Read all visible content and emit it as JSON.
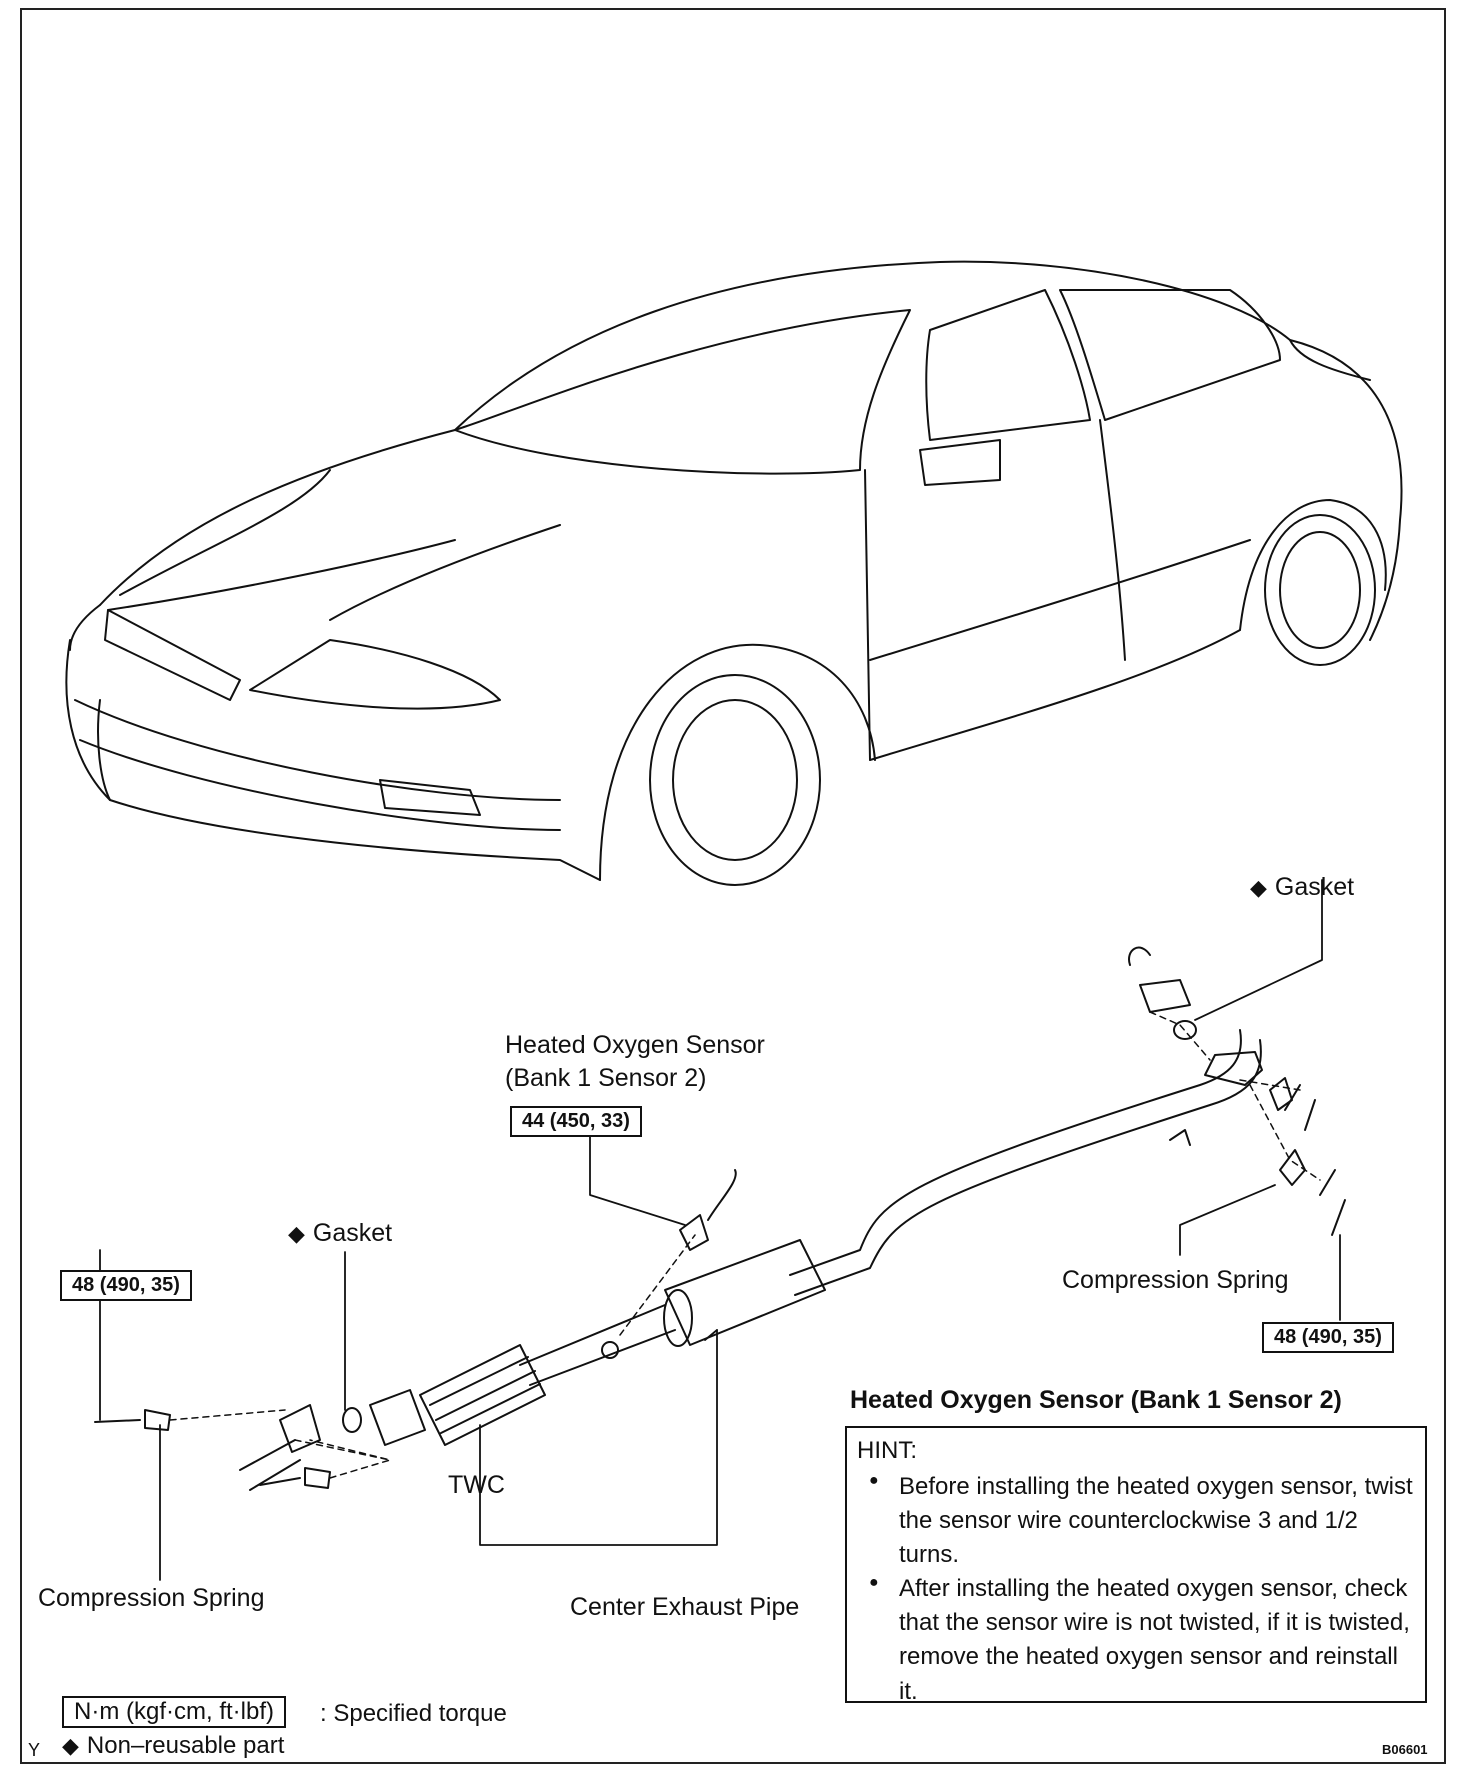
{
  "labels": {
    "gasket_right": "Gasket",
    "gasket_left": "Gasket",
    "sensor_name": "Heated Oxygen Sensor",
    "sensor_bank": "(Bank 1 Sensor 2)",
    "torque_sensor": "44 (450, 33)",
    "torque_left": "48 (490, 35)",
    "torque_right": "48 (490, 35)",
    "compression_spring_right": "Compression Spring",
    "compression_spring_left": "Compression Spring",
    "twc": "TWC",
    "center_exhaust_pipe": "Center Exhaust Pipe"
  },
  "hint_section": {
    "title": "Heated Oxygen Sensor (Bank 1 Sensor 2)",
    "hint_label": "HINT:",
    "items": [
      "Before installing the heated oxygen sensor, twist the sensor wire counterclockwise 3 and 1/2 turns.",
      "After installing the heated oxygen sensor, check that the sensor wire is not twisted, if it is twisted, remove the heated oxygen sensor and reinstall it."
    ]
  },
  "legend": {
    "torque_units": "N·m (kgf·cm, ft·lbf)",
    "torque_desc": ": Specified torque",
    "non_reusable": "Non–reusable part"
  },
  "corner_mark": "Y",
  "figure_code": "B06601"
}
